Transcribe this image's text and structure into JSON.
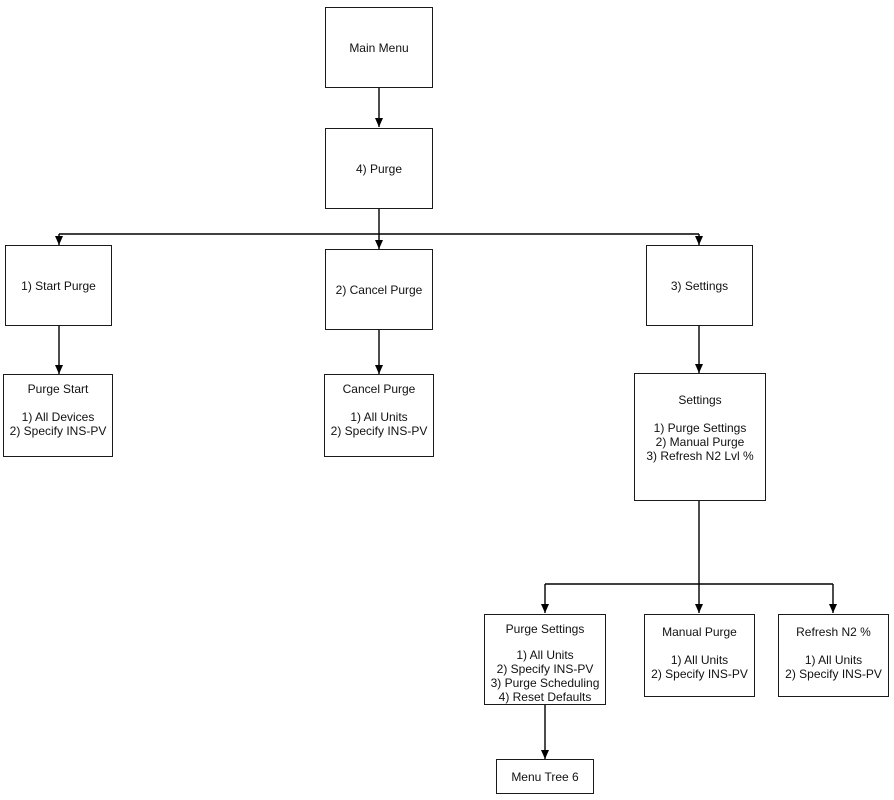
{
  "nodes": {
    "main_menu": "Main Menu",
    "purge": "4) Purge",
    "start_purge": "1) Start Purge",
    "cancel_purge": "2) Cancel Purge",
    "settings": "3) Settings",
    "purge_start": {
      "title": "Purge Start",
      "items": [
        "1) All Devices",
        "2) Specify INS-PV"
      ]
    },
    "cancel_purge_box": {
      "title": "Cancel Purge",
      "items": [
        "1) All Units",
        "2) Specify INS-PV"
      ]
    },
    "settings_box": {
      "title": "Settings",
      "items": [
        "1) Purge Settings",
        "2) Manual Purge",
        "3) Refresh N2 Lvl %"
      ]
    },
    "purge_settings": {
      "title": "Purge Settings",
      "items": [
        "1) All Units",
        "2) Specify INS-PV",
        "3) Purge Scheduling",
        "4) Reset Defaults"
      ]
    },
    "manual_purge": {
      "title": "Manual Purge",
      "items": [
        "1) All Units",
        "2) Specify INS-PV"
      ]
    },
    "refresh_n2": {
      "title": "Refresh N2 %",
      "items": [
        "1) All Units",
        "2) Specify INS-PV"
      ]
    },
    "menu_tree_6": "Menu Tree 6"
  },
  "colors": {
    "line": "#000000",
    "border": "#1a1a1a",
    "background": "#ffffff"
  }
}
